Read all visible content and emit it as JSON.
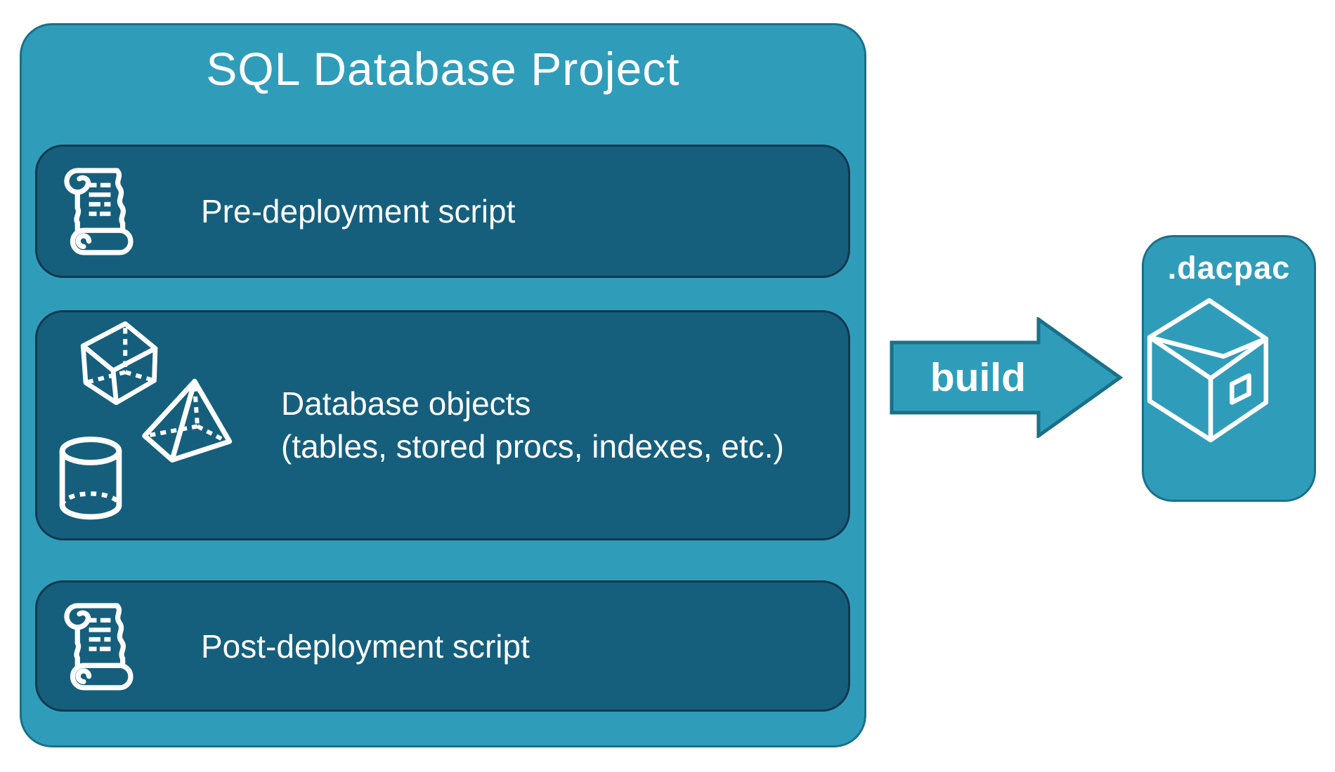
{
  "project": {
    "title": "SQL Database Project",
    "boxes": [
      {
        "label": "Pre-deployment script",
        "icon": "scroll-icon"
      },
      {
        "title": "Database objects",
        "subtitle": "(tables, stored procs, indexes, etc.)",
        "icons": [
          "cube-icon",
          "pyramid-icon",
          "cylinder-icon"
        ]
      },
      {
        "label": "Post-deployment script",
        "icon": "scroll-icon"
      }
    ]
  },
  "arrow": {
    "label": "build",
    "icon": "arrow-right-icon"
  },
  "artifact": {
    "label": ".dacpac",
    "icon": "package-icon"
  },
  "colors": {
    "teal": "#2F9DBA",
    "teal_border": "#1A7089",
    "panel": "#155F7D",
    "panel_border": "#12384F",
    "text": "#FFFFFF"
  }
}
